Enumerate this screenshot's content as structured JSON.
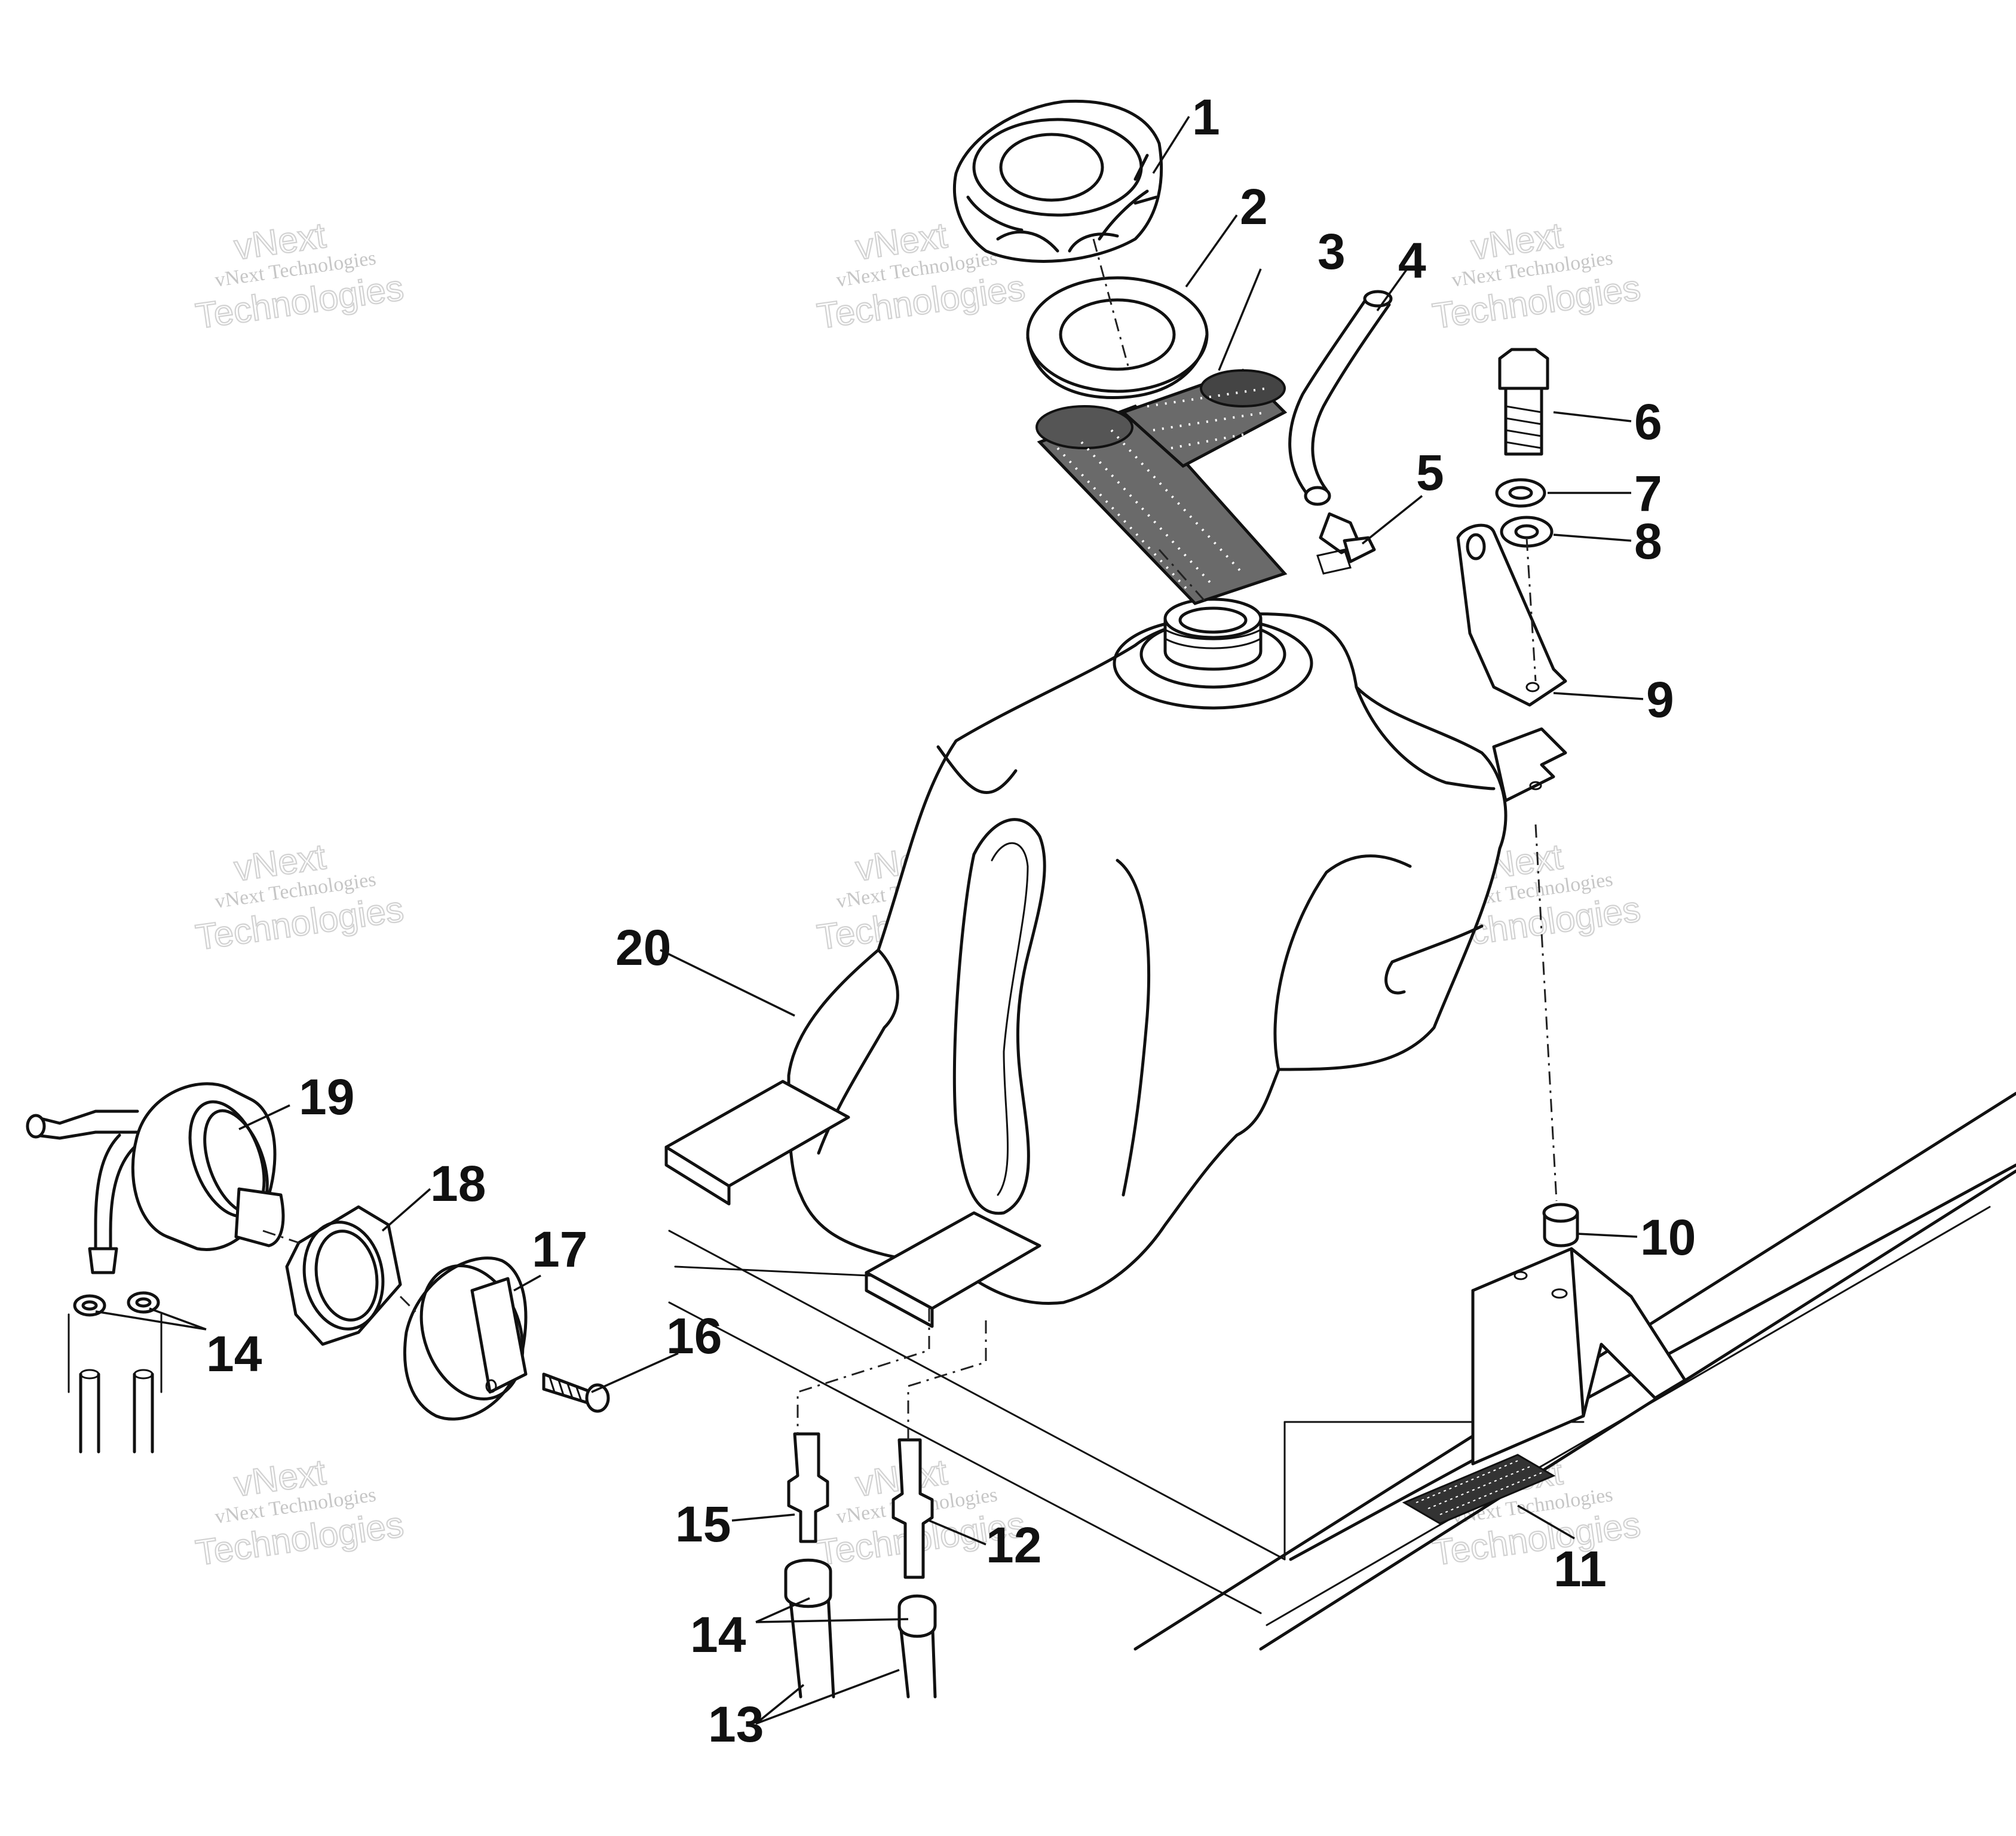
{
  "callouts": {
    "c1": "1",
    "c2": "2",
    "c3": "3",
    "c4": "4",
    "c5": "5",
    "c6": "6",
    "c7": "7",
    "c8": "8",
    "c9": "9",
    "c10": "10",
    "c11": "11",
    "c12": "12",
    "c13": "13",
    "c14a": "14",
    "c14b": "14",
    "c15": "15",
    "c16": "16",
    "c17": "17",
    "c18": "18",
    "c19": "19",
    "c20": "20"
  },
  "watermark": {
    "line1": "vNext",
    "line2": "vNext Technologies",
    "line3": "Technologies"
  },
  "colors": {
    "ink": "#111111",
    "watermark": "#b4b4b4",
    "background": "#ffffff"
  }
}
